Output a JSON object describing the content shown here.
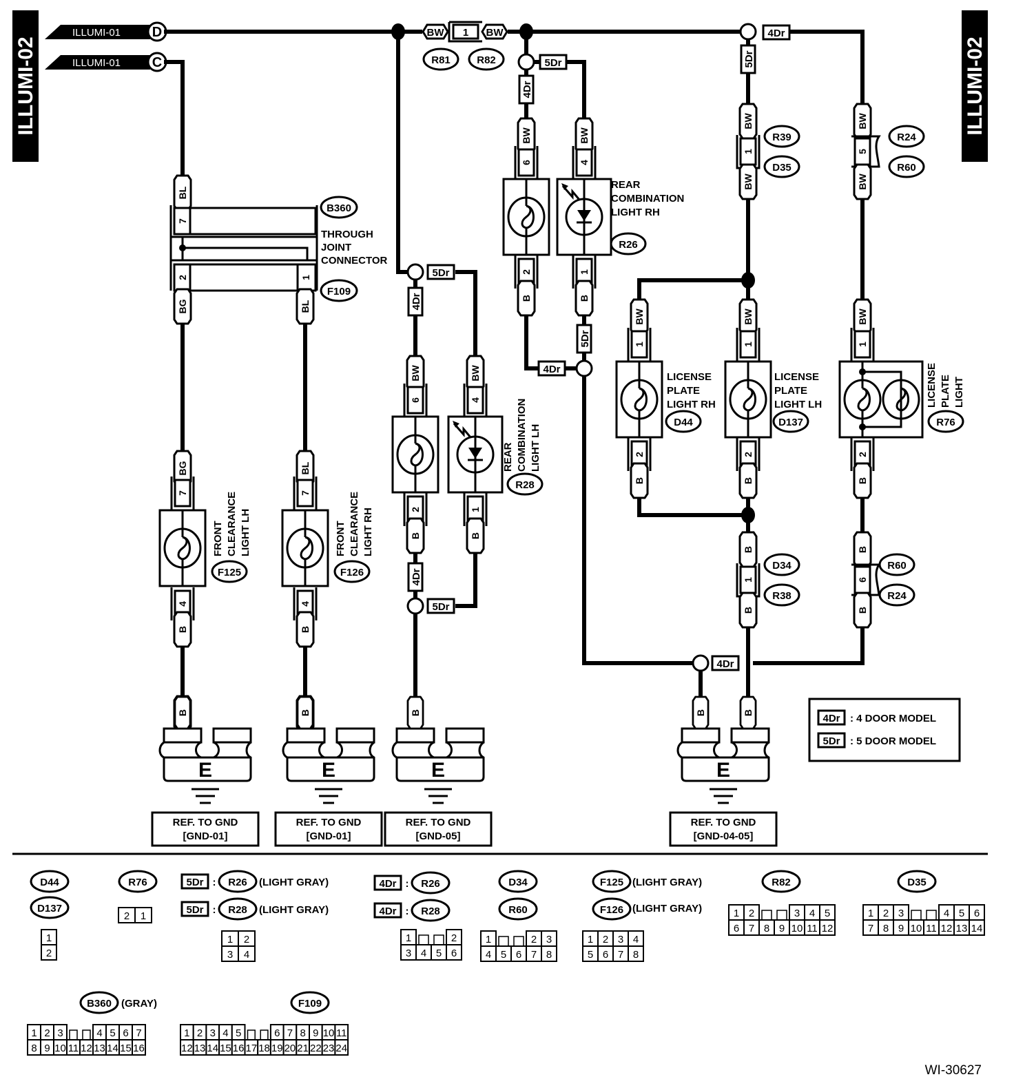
{
  "diagram": {
    "page_tag": "ILLUMI-02",
    "drawing_id": "WI-30627",
    "inputs": [
      {
        "ref": "ILLUMI-01",
        "terminal": "D"
      },
      {
        "ref": "ILLUMI-01",
        "terminal": "C"
      }
    ],
    "legend": {
      "4dr_tag": "4Dr",
      "4dr_text": ": 4 DOOR MODEL",
      "5dr_tag": "5Dr",
      "5dr_text": ": 5 DOOR MODEL"
    },
    "joint_connector": {
      "label_lines": [
        "THROUGH",
        "JOINT",
        "CONNECTOR"
      ],
      "top_conn": "B360",
      "bottom_conn": "F109",
      "pin_top": "7",
      "pin_bottom_left": "2",
      "pin_bottom_right": "1",
      "wire_in": "BL",
      "wire_out_left": "BG",
      "wire_out_right": "BL"
    },
    "inline_connector_main": {
      "pin": "1",
      "wire_left": "BW",
      "wire_right": "BW",
      "conns": [
        "R81",
        "R82"
      ]
    },
    "components": [
      {
        "id": "F125",
        "name_lines": [
          "FRONT",
          "CLEARANCE",
          "LIGHT LH"
        ],
        "pin_in": "7",
        "pin_out": "4",
        "wire_in": "BG",
        "wire_out": "B",
        "wire_gnd": "B"
      },
      {
        "id": "F126",
        "name_lines": [
          "FRONT",
          "CLEARANCE",
          "LIGHT RH"
        ],
        "pin_in": "7",
        "pin_out": "4",
        "wire_in": "BL",
        "wire_out": "B",
        "wire_gnd": "B"
      },
      {
        "id": "R28",
        "name_lines": [
          "REAR",
          "COMBINATION",
          "LIGHT LH"
        ],
        "bulb_pins": [
          "6",
          "2"
        ],
        "led_pins": [
          "4",
          "1"
        ],
        "wires": [
          "BW",
          "BW",
          "B",
          "B"
        ]
      },
      {
        "id": "R26",
        "name_lines": [
          "REAR",
          "COMBINATION",
          "LIGHT RH"
        ],
        "bulb_pins": [
          "6",
          "2"
        ],
        "led_pins": [
          "4",
          "1"
        ],
        "wires": [
          "BW",
          "BW",
          "B",
          "B"
        ]
      },
      {
        "id": "D44",
        "name_lines": [
          "LICENSE",
          "PLATE",
          "LIGHT RH"
        ],
        "pins": [
          "1",
          "2"
        ],
        "wires": [
          "BW",
          "B"
        ]
      },
      {
        "id": "D137",
        "name_lines": [
          "LICENSE",
          "PLATE",
          "LIGHT LH"
        ],
        "pins": [
          "1",
          "2"
        ],
        "wires": [
          "BW",
          "B"
        ]
      },
      {
        "id": "R76",
        "name_lines": [
          "LICENSE",
          "PLATE",
          "LIGHT"
        ],
        "pins": [
          "1",
          "2"
        ],
        "wires": [
          "BW",
          "B"
        ]
      }
    ],
    "inline_connectors": [
      {
        "pin": "1",
        "conns": [
          "R39",
          "D35"
        ],
        "wire_top": "BW",
        "wire_bottom": "BW"
      },
      {
        "pin": "5",
        "conns": [
          "R24",
          "R60"
        ],
        "wire_top": "BW",
        "wire_bottom": "BW"
      },
      {
        "pin": "1",
        "conns": [
          "D34",
          "R38"
        ],
        "wire_top": "B",
        "wire_bottom": "B"
      },
      {
        "pin": "6",
        "conns": [
          "R60",
          "R24"
        ],
        "wire_top": "B",
        "wire_bottom": "B"
      }
    ],
    "variant_tags": {
      "four": "4Dr",
      "five": "5Dr"
    },
    "grounds": [
      {
        "symbol": "E",
        "ref_line1": "REF. TO GND",
        "ref_line2": "[GND-01]"
      },
      {
        "symbol": "E",
        "ref_line1": "REF. TO GND",
        "ref_line2": "[GND-01]"
      },
      {
        "symbol": "E",
        "ref_line1": "REF. TO GND",
        "ref_line2": "[GND-05]"
      },
      {
        "symbol": "E",
        "ref_line1": "REF. TO GND",
        "ref_line2": "[GND-04-05]"
      }
    ]
  },
  "connector_views": [
    {
      "ids": [
        "D44",
        "D137"
      ],
      "note": "",
      "rows": [
        [
          "1"
        ],
        [
          "2"
        ]
      ]
    },
    {
      "ids": [
        "R76"
      ],
      "note": "",
      "rows": [
        [
          "2",
          "1"
        ]
      ]
    },
    {
      "ids": [
        "R26",
        "R28"
      ],
      "prefix": "5Dr",
      "note": "(LIGHT GRAY)",
      "rows": [
        [
          "1",
          "2"
        ],
        [
          "3",
          "4"
        ]
      ]
    },
    {
      "ids": [
        "R26",
        "R28"
      ],
      "prefix": "4Dr",
      "note": "",
      "rows": [
        [
          "1",
          "",
          "",
          "2"
        ],
        [
          "3",
          "4",
          "5",
          "6"
        ]
      ]
    },
    {
      "ids": [
        "D34",
        "R60"
      ],
      "note": "",
      "rows": [
        [
          "1",
          "",
          "",
          "2",
          "3"
        ],
        [
          "4",
          "5",
          "6",
          "7",
          "8"
        ]
      ]
    },
    {
      "ids": [
        "F125",
        "F126"
      ],
      "note": "(LIGHT GRAY)",
      "rows": [
        [
          "1",
          "2",
          "3",
          "4"
        ],
        [
          "5",
          "6",
          "7",
          "8"
        ]
      ]
    },
    {
      "ids": [
        "R82"
      ],
      "note": "",
      "rows": [
        [
          "1",
          "2",
          "",
          "",
          "3",
          "4",
          "5"
        ],
        [
          "6",
          "7",
          "8",
          "9",
          "10",
          "11",
          "12"
        ]
      ]
    },
    {
      "ids": [
        "D35"
      ],
      "note": "",
      "rows": [
        [
          "1",
          "2",
          "3",
          "",
          "",
          "4",
          "5",
          "6"
        ],
        [
          "7",
          "8",
          "9",
          "10",
          "11",
          "12",
          "13",
          "14"
        ]
      ]
    },
    {
      "ids": [
        "B360"
      ],
      "note": "(GRAY)",
      "rows": [
        [
          "1",
          "2",
          "3",
          "",
          "",
          "4",
          "5",
          "6",
          "7"
        ],
        [
          "8",
          "9",
          "10",
          "11",
          "12",
          "13",
          "14",
          "15",
          "16"
        ]
      ]
    },
    {
      "ids": [
        "F109"
      ],
      "note": "",
      "rows": [
        [
          "1",
          "2",
          "3",
          "4",
          "5",
          "",
          "",
          "6",
          "7",
          "8",
          "9",
          "10",
          "11"
        ],
        [
          "12",
          "13",
          "14",
          "15",
          "16",
          "17",
          "18",
          "19",
          "20",
          "21",
          "22",
          "23",
          "24"
        ]
      ]
    }
  ]
}
